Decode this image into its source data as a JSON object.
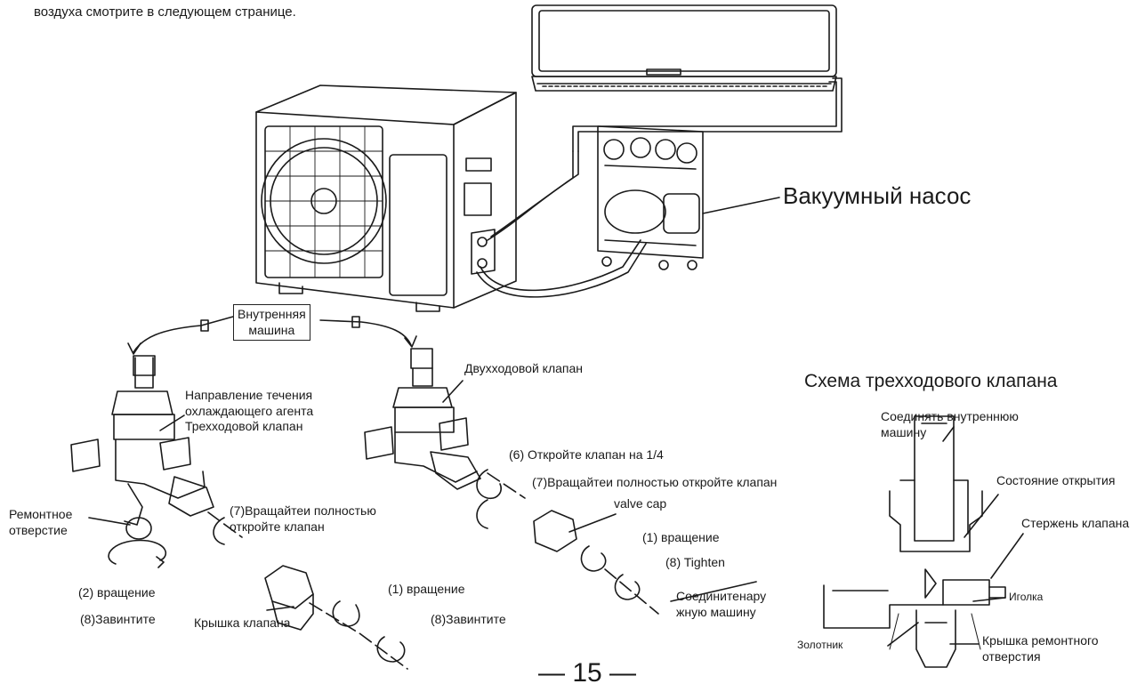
{
  "header": {
    "intro_tail": "воздуха смотрите в следующем странице."
  },
  "pump": {
    "label": "Вакуумный насос"
  },
  "indoor_box": {
    "line1": "Внутренняя",
    "line2": "машина"
  },
  "left_valve": {
    "flow_line1": "Направление течения",
    "flow_line2": "охлаждающего агента",
    "flow_line3": "Трехходовой клапан",
    "repair_line1": "Ремонтное",
    "repair_line2": "отверстие",
    "step7_line1": "(7)Вращайтеи полностью",
    "step7_line2": "откройте клапан",
    "step2": "(2) вращение",
    "step8": "(8)Завинтите",
    "cap_label": "Крышка клапана",
    "step1": "(1) вращение",
    "step8b": "(8)Завинтите"
  },
  "right_valve": {
    "title": "Двухходовой клапан",
    "step6": "(6) Откройте клапан на 1/4",
    "step7": "(7)Вращайтеи полностью откройте клапан",
    "valve_cap": "valve cap",
    "step1": "(1) вращение",
    "step8": "(8) Tighten",
    "outdoor_line1": "Соединитенару",
    "outdoor_line2": "жную машину"
  },
  "scheme": {
    "title": "Схема трехходового клапана",
    "connect_line1": "Соединять внутреннюю",
    "connect_line2": "машину",
    "open_state": "Состояние открытия",
    "stem": "Стержень клапана",
    "needle": "Иголка",
    "spool": "Золотник",
    "repair_cap_line1": "Крышка ремонтного",
    "repair_cap_line2": "отверстия"
  },
  "page_number": "15"
}
